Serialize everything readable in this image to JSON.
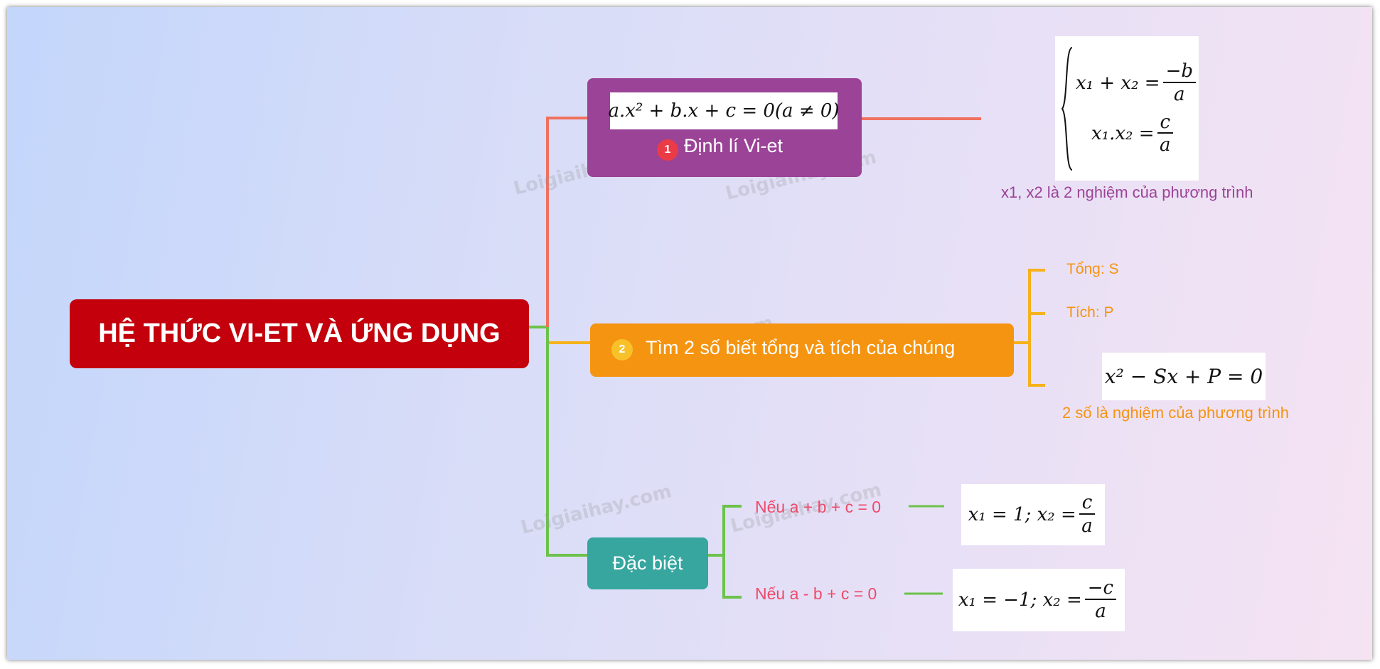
{
  "root": {
    "title": "HỆ THỨC VI-ET VÀ ỨNG DỤNG"
  },
  "branch1": {
    "badge": "1",
    "label": "Định lí Vi-et",
    "equation": "a.x² + b.x + c = 0(a ≠ 0)",
    "system": {
      "line1_left": "x₁ + x₂ =",
      "line1_num": "−b",
      "line1_den": "a",
      "line2_left": "x₁.x₂ =",
      "line2_num": "c",
      "line2_den": "a"
    },
    "note": "x1, x2 là 2 nghiệm của phương trình"
  },
  "branch2": {
    "badge": "2",
    "label": "Tìm 2 số biết tổng và tích của chúng",
    "sum": "Tổng: S",
    "product": "Tích: P",
    "equation": "x² − Sx + P = 0",
    "note": "2 số là nghiệm của phương trình"
  },
  "branch3": {
    "label": "Đặc biệt",
    "case1": {
      "condition": "Nếu a + b + c = 0",
      "left": "x₁ = 1; x₂ =",
      "num": "c",
      "den": "a"
    },
    "case2": {
      "condition": "Nếu a - b + c = 0",
      "left": "x₁ = −1; x₂ =",
      "num": "−c",
      "den": "a"
    }
  },
  "watermark": "Loigiaihay.com",
  "colors": {
    "root": "#c3000b",
    "branch1": "#9b4396",
    "branch2": "#f59410",
    "branch3": "#36a69f",
    "line1": "#f0705e",
    "line2": "#f5b21b",
    "line3": "#6cc24a",
    "note1": "#9b4396",
    "note2": "#f59410",
    "case_text": "#ef4a6a"
  }
}
